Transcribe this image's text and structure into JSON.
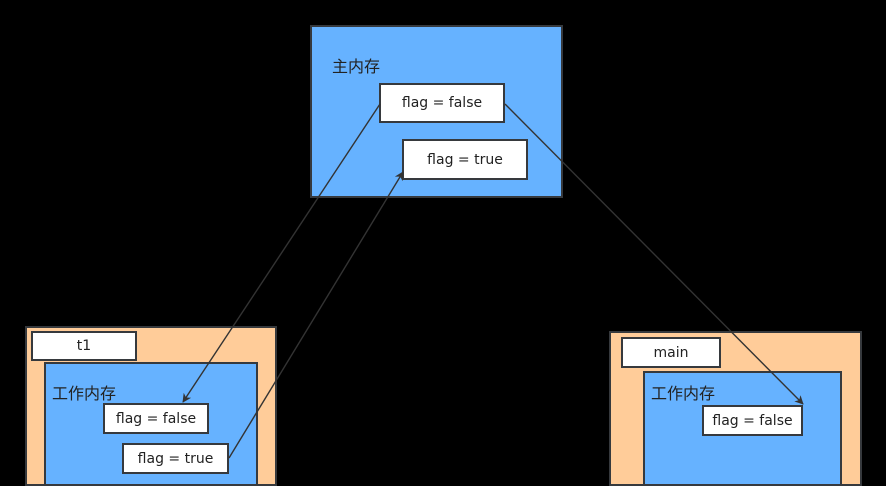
{
  "main_memory": {
    "title": "主内存",
    "var_false": "flag = false",
    "var_true": "flag = true"
  },
  "thread_t1": {
    "name": "t1",
    "working_memory_title": "工作内存",
    "var_false": "flag = false",
    "var_true": "flag = true"
  },
  "thread_main": {
    "name": "main",
    "working_memory_title": "工作内存",
    "var_false": "flag = false"
  },
  "colors": {
    "background": "#000000",
    "memory_fill": "#66b2ff",
    "thread_fill": "#ffcc99",
    "stroke": "#36393d",
    "variable_fill": "#ffffff"
  }
}
